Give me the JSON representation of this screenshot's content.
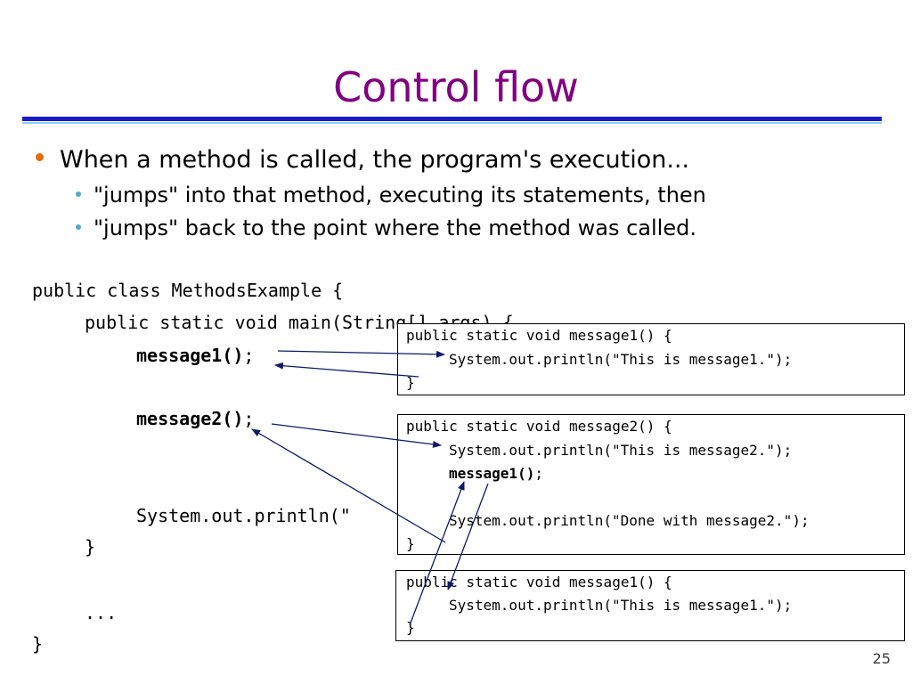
{
  "slide": {
    "title": "Control flow",
    "page_number": "25",
    "colors": {
      "title": "#800080",
      "rule_dark": "#1b1bc9",
      "rule_light": "#8ad0f0",
      "bullet_level1": "#e46c0a",
      "bullet_level2": "#4bacc6",
      "arrow": "#0d1a6b"
    }
  },
  "bullets": {
    "level1": "When a method is called, the program's execution...",
    "level2": [
      "\"jumps\" into that method, executing its statements, then",
      "\"jumps\" back to the point where the method was called."
    ]
  },
  "main_code": {
    "class_decl": "public class MethodsExample {",
    "main_decl": "public static void main(String[] args) {",
    "call1_name": "message1()",
    "call1_semicolon": ";",
    "call2_name": "message2()",
    "call2_semicolon": ";",
    "println_partial": "System.out.println(\"",
    "main_close": "}",
    "ellipsis": "...",
    "class_close": "}"
  },
  "box1": {
    "line1": "public static void message1() {",
    "line2": "System.out.println(\"This is message1.\");",
    "line3": "}"
  },
  "box2": {
    "line1": "public static void message2() {",
    "line2": "System.out.println(\"This is message2.\");",
    "call_name": "message1()",
    "call_semicolon": ";",
    "line4": "System.out.println(\"Done with message2.\");",
    "line5": "}"
  },
  "box3": {
    "line1": "public static void message1() {",
    "line2": "System.out.println(\"This is message1.\");",
    "line3": "}"
  }
}
